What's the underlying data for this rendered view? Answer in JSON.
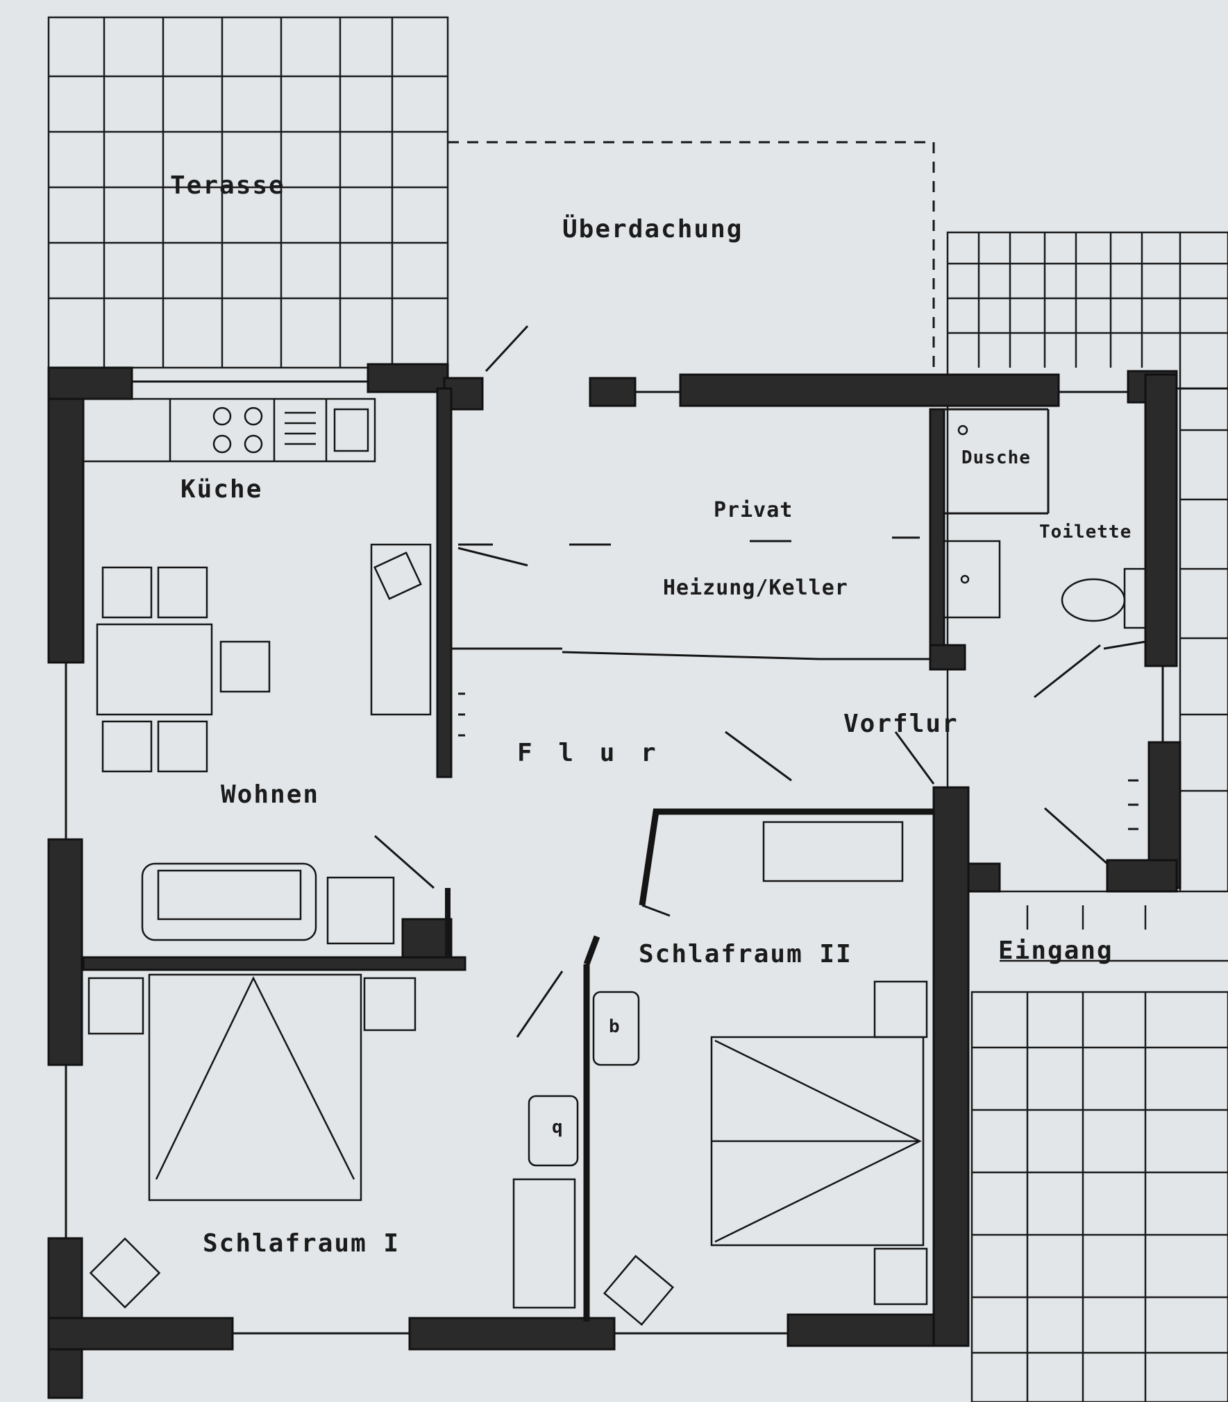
{
  "rooms": {
    "terasse": "Terasse",
    "ueberdachung": "Überdachung",
    "kueche": "Küche",
    "privat": "Privat",
    "heizung": "Heizung/Keller",
    "dusche": "Dusche",
    "toilette": "Toilette",
    "wohnen": "Wohnen",
    "flur": "F l u r",
    "vorflur": "Vorflur",
    "schlafraum2": "Schlafraum II",
    "eingang": "Eingang",
    "schlafraum1": "Schlafraum I"
  },
  "fixtures": {
    "sink_left": "b",
    "sink_right": "q"
  },
  "colors": {
    "paper": "#e3e6e9",
    "ink": "#151515",
    "wall": "#2a2a2a"
  }
}
